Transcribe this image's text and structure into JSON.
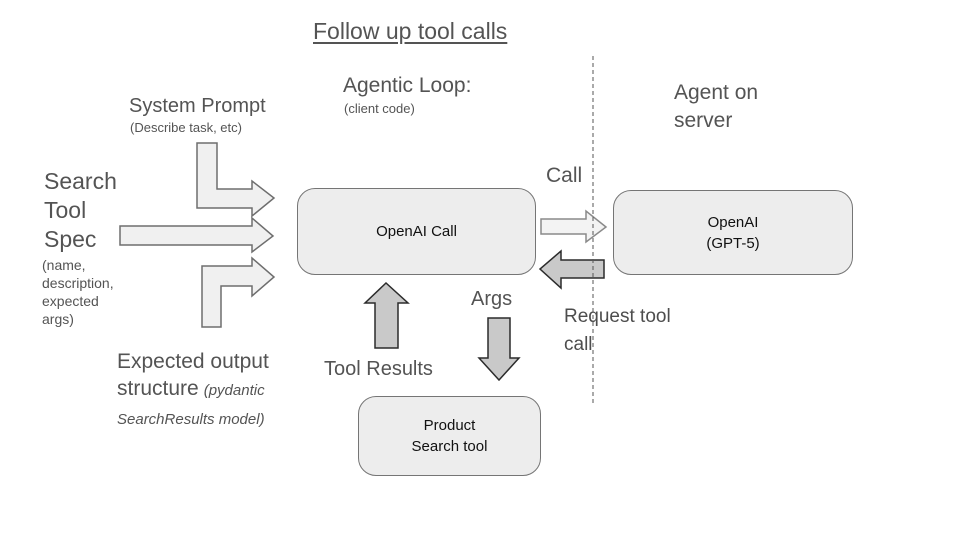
{
  "title": "Follow up tool calls",
  "sections": {
    "agentic_loop": {
      "heading": "Agentic Loop:",
      "subheading": "(client code)"
    },
    "server": {
      "heading": "Agent on\nserver"
    }
  },
  "inputs": {
    "system_prompt": {
      "label": "System Prompt",
      "sub": "(Describe task, etc)"
    },
    "search_tool_spec": {
      "label": "Search\nTool\nSpec",
      "sub": "(name,\ndescription,\nexpected\nargs)"
    },
    "expected_output": {
      "label": "Expected output structure",
      "sub_italic": "(pydantic SearchResults model)"
    }
  },
  "nodes": {
    "openai_call": {
      "label": "OpenAI Call"
    },
    "openai_gpt5": {
      "label": "OpenAI\n(GPT-5)"
    },
    "product_search_tool": {
      "label": "Product\nSearch tool"
    }
  },
  "edge_labels": {
    "call": "Call",
    "request_tool_call": "Request tool\ncall",
    "args": "Args",
    "tool_results": "Tool Results"
  },
  "colors": {
    "node_fill": "#ededed",
    "node_border": "#757575",
    "light_arrow_fill": "#f0f0f0",
    "light_arrow_stroke": "#6e6e6e",
    "dark_arrow_fill": "#c9c9c9",
    "dark_arrow_stroke": "#2b2b2b",
    "text_gray": "#545454",
    "text_dark": "#111111"
  }
}
